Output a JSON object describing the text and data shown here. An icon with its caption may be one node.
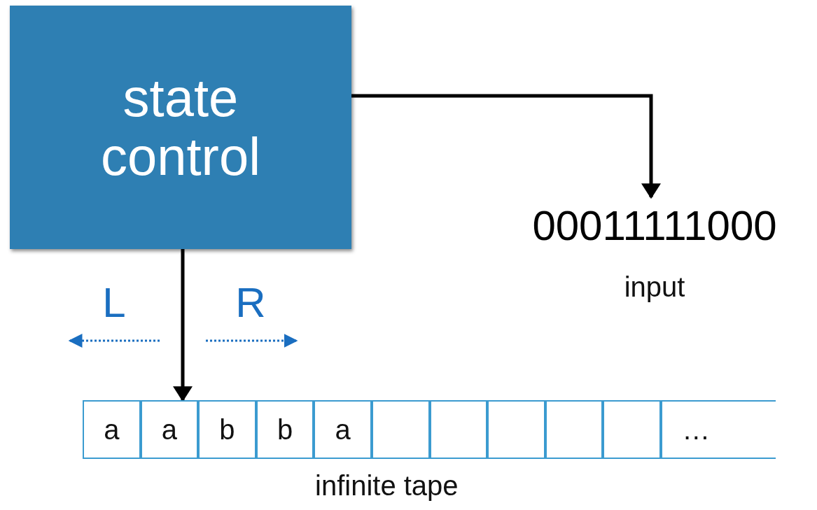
{
  "diagram": {
    "nodes": [
      {
        "text": [
          "state control"
        ]
      },
      {
        "text": [
          "00011111000"
        ],
        "beside": [
          "input"
        ]
      },
      {
        "text": [],
        "shape": "bar",
        "beside": [
          "infinite tape"
        ]
      },
      {
        "text": [
          "a"
        ],
        "in": 2
      },
      {
        "text": [
          "a"
        ],
        "in": 2
      },
      {
        "text": [
          "b"
        ],
        "in": 2
      },
      {
        "text": [
          "b"
        ],
        "in": 2
      },
      {
        "text": [
          "a"
        ],
        "in": 2
      },
      {
        "text": [],
        "shape": "box",
        "in": 2
      },
      {
        "text": [],
        "shape": "box",
        "in": 2
      },
      {
        "text": [],
        "shape": "box",
        "in": 2
      },
      {
        "text": [],
        "shape": "box",
        "in": 2
      },
      {
        "text": [],
        "shape": "box",
        "in": 2
      },
      {
        "text": [
          "…"
        ],
        "in": 2
      }
    ],
    "edges": [
      {
        "from": 0,
        "to": 1,
        "arrow": "to"
      },
      {
        "from": 0,
        "to": 2,
        "arrow": "to"
      }
    ],
    "labels": [
      "L",
      "R"
    ]
  }
}
